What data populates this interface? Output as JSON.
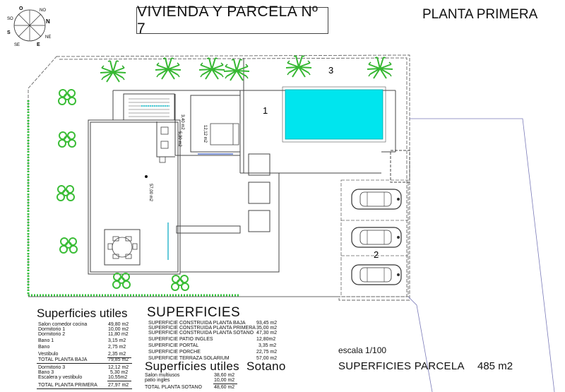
{
  "header": {
    "title": "VIVIENDA Y PARCELA Nº 7",
    "floor": "PLANTA PRIMERA"
  },
  "compass": {
    "n": "N",
    "no": "NO",
    "ne": "NE",
    "e": "E",
    "o": "O",
    "so": "SO",
    "s": "S",
    "se": "SE"
  },
  "plan": {
    "zone_1": "1",
    "zone_2": "2",
    "zone_3": "3",
    "area_stair": "3,40 m2",
    "area_bath": "5,30 m2",
    "area_bedroom": "12,12 m2",
    "area_terrace": "57,00 m2",
    "colors": {
      "pool": "#00e5ee",
      "hedge": "#35c43d",
      "wall": "#444444"
    }
  },
  "superficies_utiles": {
    "heading": "Superficies utiles",
    "rows": [
      {
        "label": "Salon comedor cocina",
        "value": "49,80 m2"
      },
      {
        "label": "Dormitorio 1",
        "value": "10,00 m2"
      },
      {
        "label": "Dormitorio 2",
        "value": "11,80 m2"
      },
      {
        "label": "Bano 1",
        "value": "3,15 m2"
      },
      {
        "label": "Bano",
        "value": "2,75 m2"
      },
      {
        "label": "Vestibulo",
        "value": "2,35 m2"
      },
      {
        "label": "TOTAL PLANTA BAJA",
        "value": "79,85 m2"
      },
      {
        "label": "Dormitorio 3",
        "value": "12,12 m2"
      },
      {
        "label": "Bano  3",
        "value": "5,30 m2"
      },
      {
        "label": "Escalera y vestibulo",
        "value": "10,55m2"
      },
      {
        "label": "TOTAL PLANTA PRIMERA",
        "value": "27,97 m2"
      }
    ]
  },
  "superficies": {
    "heading": "SUPERFICIES",
    "rows": [
      {
        "label": "SUPERFICIE CONSTRUIDA PLANTA BAJA",
        "value": "93,45 m2"
      },
      {
        "label": "SUPERFICIE CONSTRUIDA PLANTA PRIMERA",
        "value": "35,00 m2"
      },
      {
        "label": "SUPERFICIE CONSTRUIDA PLANTA SOTANO",
        "value": "47,30 m2"
      },
      {
        "label": "SUPERFICIE PATIO INGLES",
        "value": "12,80m2"
      },
      {
        "label": "SUPERFICIE PORTAL",
        "value": "3,35 m2"
      },
      {
        "label": "SUPERFICIE PORCHE",
        "value": "22,75 m2"
      },
      {
        "label": "SUPERFICIE TERRAZA SOLARIUM",
        "value": "57,00 m2"
      }
    ]
  },
  "superficies_sotano": {
    "heading": "Superficies utiles  Sotano",
    "rows": [
      {
        "label": "Salon multiusos",
        "value": "38,60 m2"
      },
      {
        "label": "patio ingles",
        "value": "10,00 m2"
      },
      {
        "label": "TOTAL PLANTA SOTANO",
        "value": "48,60 m2"
      }
    ]
  },
  "parcela": {
    "escala": "escala 1/100",
    "label": "SUPERFICIES PARCELA",
    "value": "485 m2"
  }
}
